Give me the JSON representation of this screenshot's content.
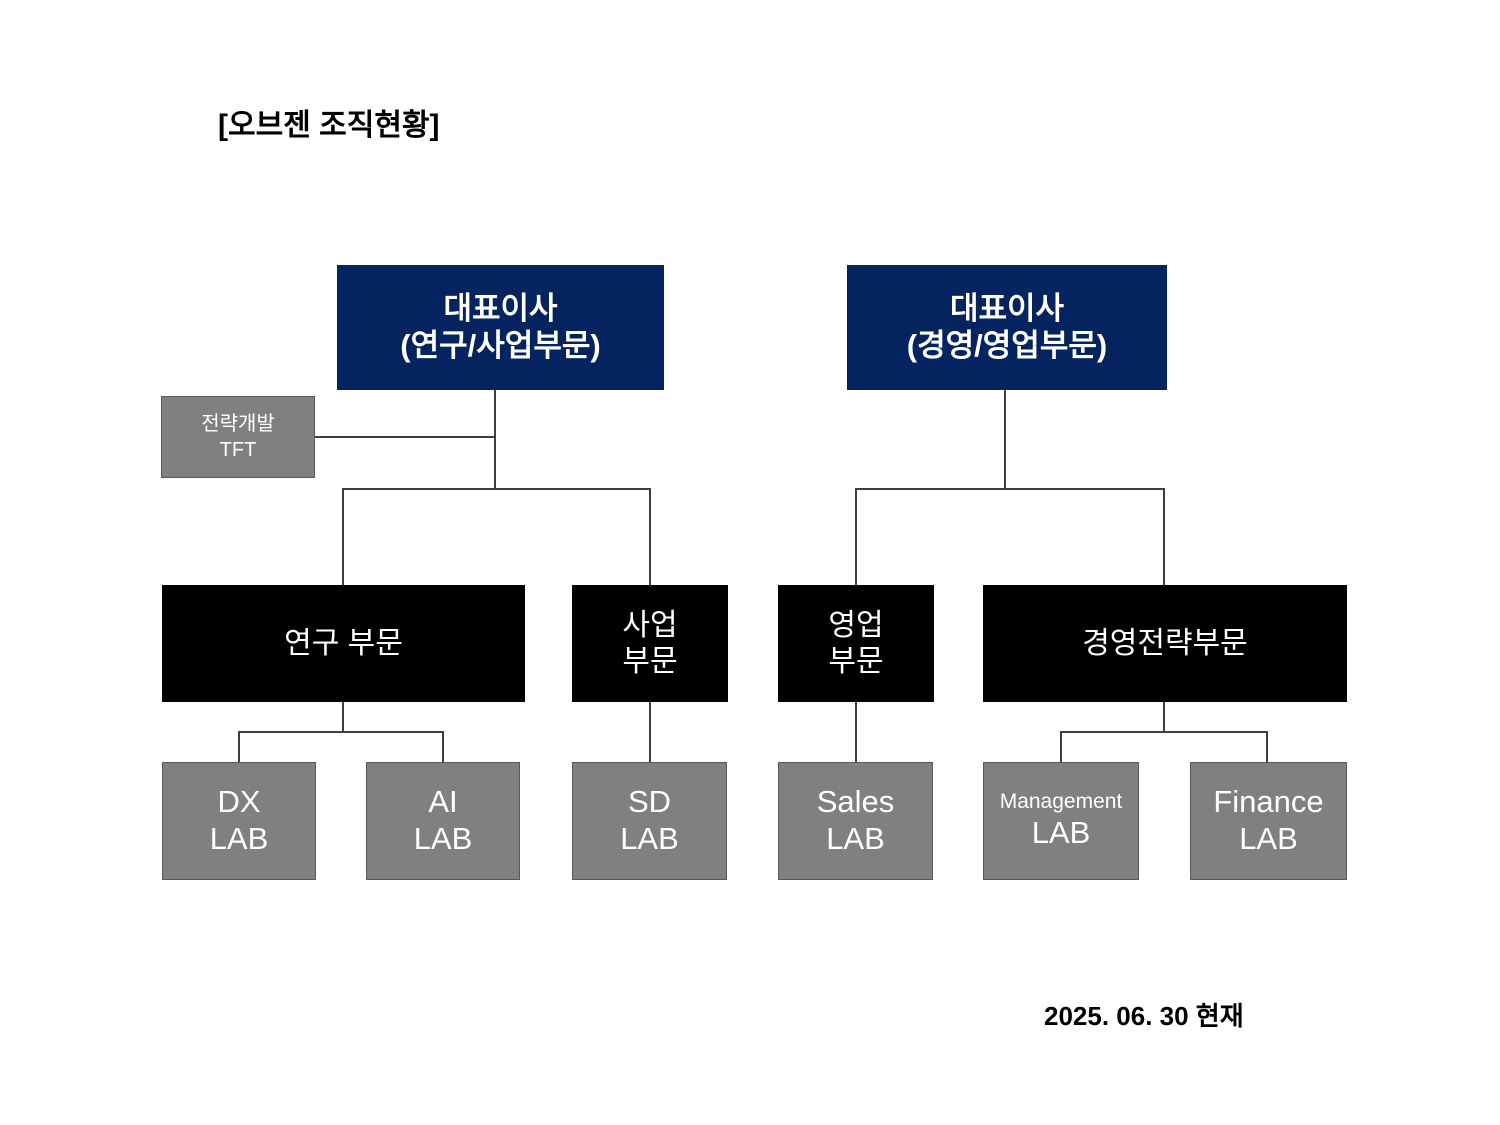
{
  "page": {
    "title": "[오브젠 조직현황]",
    "footer_date": "2025. 06. 30 현재",
    "background_color": "#FFFFFF"
  },
  "colors": {
    "ceo_fill": "#04235F",
    "division_fill": "#000000",
    "lab_fill": "#808080",
    "tft_fill": "#808080",
    "box_text": "#FFFFFF",
    "connector": "#3F3F3F",
    "title_text": "#000000"
  },
  "org_chart": {
    "type": "org-tree",
    "levels": [
      "executive",
      "division",
      "lab"
    ],
    "nodes": {
      "ceo_research": {
        "line1": "대표이사",
        "line2": "(연구/사업부문)",
        "level": "executive"
      },
      "ceo_management": {
        "line1": "대표이사",
        "line2": "(경영/영업부문)",
        "level": "executive"
      },
      "tft": {
        "line1": "전략개발",
        "line2": "TFT",
        "level": "staff"
      },
      "div_research": {
        "line1": "연구 부문",
        "line2": "",
        "level": "division"
      },
      "div_business": {
        "line1": "사업",
        "line2": "부문",
        "level": "division"
      },
      "div_sales": {
        "line1": "영업",
        "line2": "부문",
        "level": "division"
      },
      "div_mgmt_strategy": {
        "line1": "경영전략부문",
        "line2": "",
        "level": "division"
      },
      "lab_dx": {
        "line1": "DX",
        "line2": "LAB",
        "level": "lab"
      },
      "lab_ai": {
        "line1": "AI",
        "line2": "LAB",
        "level": "lab"
      },
      "lab_sd": {
        "line1": "SD",
        "line2": "LAB",
        "level": "lab"
      },
      "lab_sales": {
        "line1": "Sales",
        "line2": "LAB",
        "level": "lab"
      },
      "lab_management": {
        "line1": "Management",
        "line2": "LAB",
        "level": "lab"
      },
      "lab_finance": {
        "line1": "Finance",
        "line2": "LAB",
        "level": "lab"
      }
    },
    "edges": [
      {
        "from": "ceo_research",
        "to": "tft"
      },
      {
        "from": "ceo_research",
        "to": "div_research"
      },
      {
        "from": "ceo_research",
        "to": "div_business"
      },
      {
        "from": "ceo_management",
        "to": "div_sales"
      },
      {
        "from": "ceo_management",
        "to": "div_mgmt_strategy"
      },
      {
        "from": "div_research",
        "to": "lab_dx"
      },
      {
        "from": "div_research",
        "to": "lab_ai"
      },
      {
        "from": "div_business",
        "to": "lab_sd"
      },
      {
        "from": "div_sales",
        "to": "lab_sales"
      },
      {
        "from": "div_mgmt_strategy",
        "to": "lab_management"
      },
      {
        "from": "div_mgmt_strategy",
        "to": "lab_finance"
      }
    ]
  }
}
